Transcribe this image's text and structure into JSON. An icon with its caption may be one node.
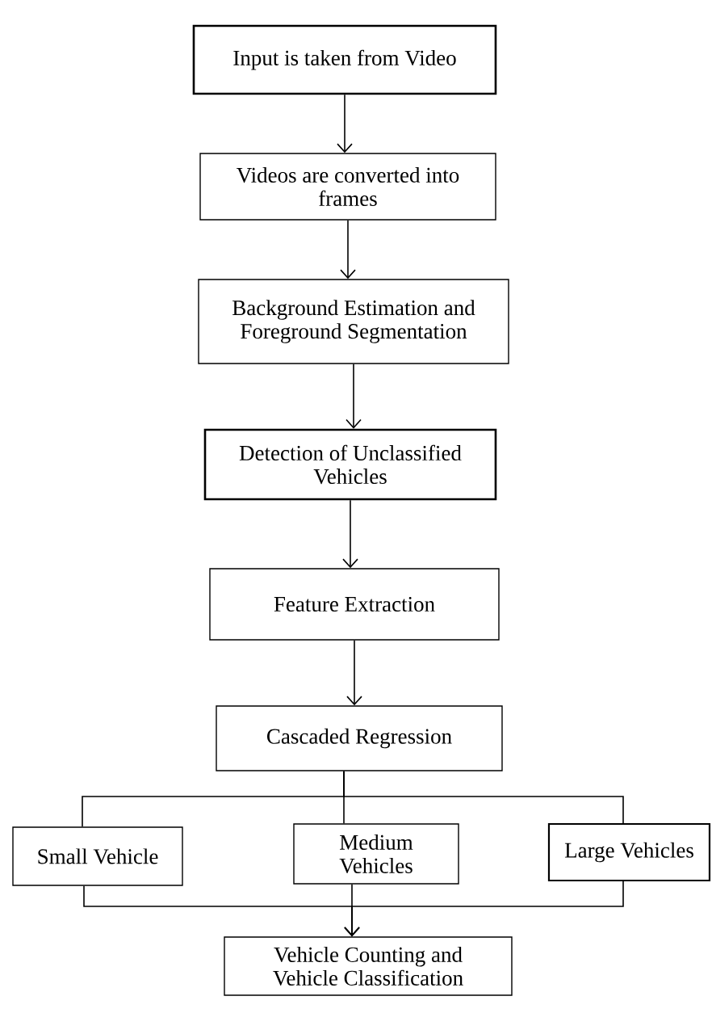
{
  "diagram": {
    "nodes": [
      {
        "text": [
          "Input is taken from Video"
        ]
      },
      {
        "text": [
          "Videos are converted into frames"
        ]
      },
      {
        "text": [
          "Background Estimation and Foreground Segmentation"
        ]
      },
      {
        "text": [
          "Detection of Unclassified Vehicles"
        ]
      },
      {
        "text": [
          "Feature Extraction"
        ]
      },
      {
        "text": [
          "Cascaded Regression"
        ]
      },
      {
        "text": [
          "Small Vehicle"
        ]
      },
      {
        "text": [
          "Medium Vehicles"
        ]
      },
      {
        "text": [
          "Large Vehicles"
        ]
      },
      {
        "text": [
          "Vehicle Counting and Vehicle Classification"
        ]
      }
    ],
    "edges": [
      {
        "from": 0,
        "to": 1,
        "arrow": "to"
      },
      {
        "from": 1,
        "to": 2,
        "arrow": "to"
      },
      {
        "from": 2,
        "to": 3,
        "arrow": "to"
      },
      {
        "from": 3,
        "to": 4,
        "arrow": "to"
      },
      {
        "from": 4,
        "to": 5,
        "arrow": "to"
      },
      {
        "from": 5,
        "to": 6,
        "arrow": "none"
      },
      {
        "from": 5,
        "to": 7,
        "arrow": "none"
      },
      {
        "from": 5,
        "to": 8,
        "arrow": "none"
      },
      {
        "from": 6,
        "to": 9,
        "arrow": "to"
      },
      {
        "from": 7,
        "to": 9,
        "arrow": "to"
      },
      {
        "from": 8,
        "to": 9,
        "arrow": "to"
      }
    ]
  }
}
